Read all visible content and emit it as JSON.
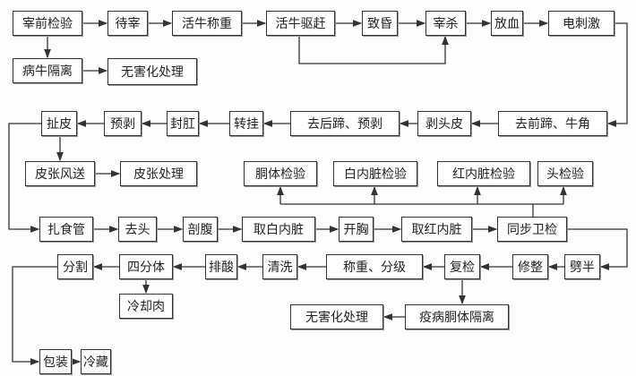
{
  "row1": [
    "宰前检验",
    "待宰",
    "活牛称重",
    "活牛驱赶",
    "致昏",
    "宰杀",
    "放血",
    "电刺激"
  ],
  "row2": [
    "病牛隔离",
    "无害化处理"
  ],
  "row3": [
    "去前蹄、牛角",
    "剥头皮",
    "去后蹄、预剥",
    "转挂",
    "封肛",
    "预剥",
    "扯皮"
  ],
  "hide": [
    "皮张风送",
    "皮张处理"
  ],
  "inspections": [
    "胴体检验",
    "白内脏检验",
    "红内脏检验",
    "头检验"
  ],
  "row4": [
    "扎食管",
    "去头",
    "剖腹",
    "取白内脏",
    "开胸",
    "取红内脏",
    "同步卫检"
  ],
  "row5": [
    "劈半",
    "修整",
    "复检",
    "称重、分级",
    "清洗",
    "排酸",
    "四分体",
    "分割"
  ],
  "branches": {
    "quarantine": "疫病胴体隔离",
    "harmless": "无害化处理",
    "chilled": "冷却肉"
  },
  "final": [
    "包装",
    "冷藏"
  ]
}
